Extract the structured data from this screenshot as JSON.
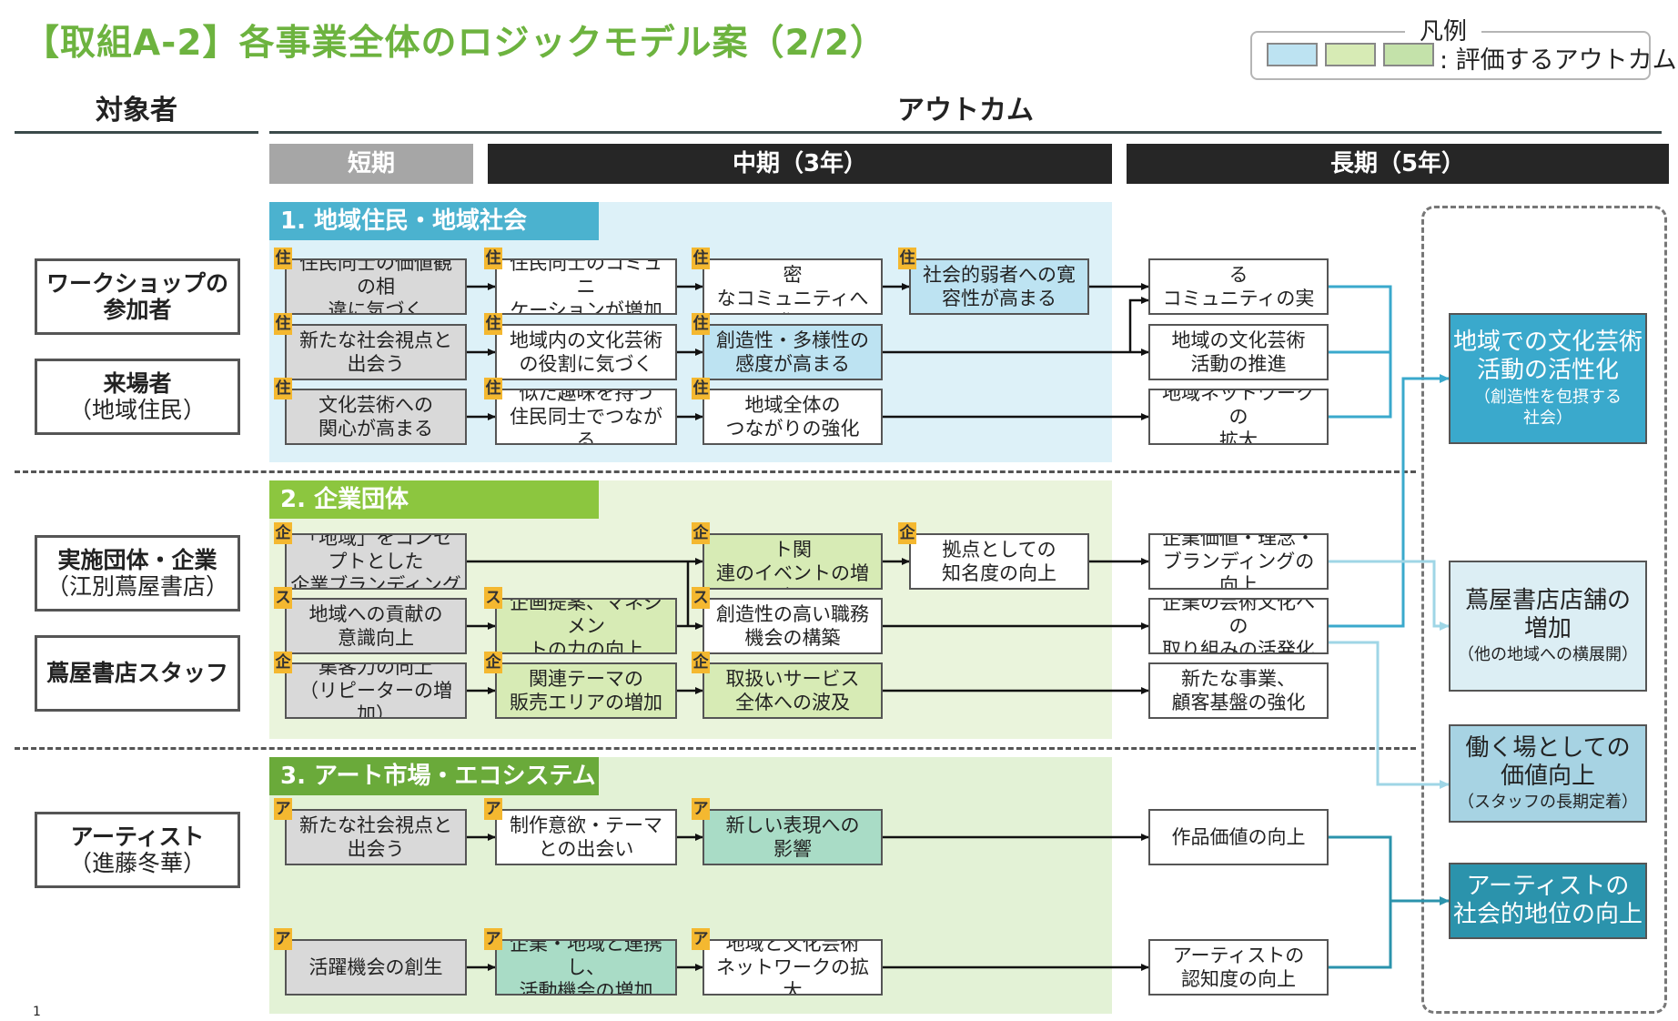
{
  "title": "【取組A-2】各事業全体のロジックモデル案（2/2）",
  "legend": {
    "title": "凡例",
    "text": ": 評価するアウトカム",
    "swatches": [
      "#bde3f2",
      "#d7ebb5",
      "#c4e2aa"
    ]
  },
  "headers": {
    "targets": "対象者",
    "outcomes": "アウトカム"
  },
  "periods": {
    "short": "短期",
    "mid": "中期（3年）",
    "long": "長期（5年）"
  },
  "sections": {
    "s1": "1. 地域住民・地域社会",
    "s2": "2. 企業団体",
    "s3": "3. アート市場・エコシステム"
  },
  "targets": [
    {
      "line1": "ワークショップの",
      "line2": "参加者"
    },
    {
      "line1": "来場者",
      "line2": "（地域住民）"
    },
    {
      "line1": "実施団体・企業",
      "line2": "（江別蔦屋書店）"
    },
    {
      "line1": "蔦屋書店スタッフ",
      "line2": ""
    },
    {
      "line1": "アーティスト",
      "line2": "（進藤冬華）"
    }
  ],
  "nodes": {
    "r1c1": {
      "tag": "住",
      "line1": "住民同士の価値観の相",
      "line2": "違に気づく"
    },
    "r1c2": {
      "tag": "住",
      "line1": "住民同士のコミュニ",
      "line2": "ケーションが増加"
    },
    "r1c3": {
      "tag": "住",
      "line1": "地域に関心のある密",
      "line2": "なコミュニティへ発展"
    },
    "r1c4": {
      "tag": "住",
      "line1": "社会的弱者への寛",
      "line2": "容性が高まる"
    },
    "r1c5": {
      "line1": "多様性を受け入れる",
      "line2": "コミュニティの実現"
    },
    "r2c1": {
      "tag": "住",
      "line1": "新たな社会視点と",
      "line2": "出会う"
    },
    "r2c2": {
      "tag": "住",
      "line1": "地域内の文化芸術",
      "line2": "の役割に気づく"
    },
    "r2c3": {
      "tag": "住",
      "line1": "創造性・多様性の",
      "line2": "感度が高まる"
    },
    "r2c5": {
      "line1": "地域の文化芸術",
      "line2": "活動の推進"
    },
    "r3c1": {
      "tag": "住",
      "line1": "文化芸術への",
      "line2": "関心が高まる"
    },
    "r3c2": {
      "tag": "住",
      "line1": "似た趣味を持つ",
      "line2": "住民同士でつながる"
    },
    "r3c3": {
      "tag": "住",
      "line1": "地域全体の",
      "line2": "つながりの強化"
    },
    "r3c5": {
      "line1": "地域ネットワークの",
      "line2": "拡大"
    },
    "r4c1": {
      "tag": "企",
      "line1": "「地域」をコンセプトとした",
      "line2": "企業ブランディング"
    },
    "r4c3": {
      "tag": "企",
      "line1": "「地域」コンセプト関",
      "line2": "連のイベントの増加"
    },
    "r4c4": {
      "tag": "企",
      "line1": "拠点としての",
      "line2": "知名度の向上"
    },
    "r4c5": {
      "line1": "企業価値・理念・",
      "line2": "ブランディングの向上"
    },
    "r5c1": {
      "tag": "ス",
      "line1": "地域への貢献の",
      "line2": "意識向上"
    },
    "r5c2": {
      "tag": "ス",
      "line1": "企画提案、マネジメン",
      "line2": "トの力の向上"
    },
    "r5c3": {
      "tag": "ス",
      "line1": "創造性の高い職務",
      "line2": "機会の構築"
    },
    "r5c5": {
      "line1": "企業の芸術文化への",
      "line2": "取り組みの活発化"
    },
    "r6c1": {
      "tag": "企",
      "line1": "集客力の向上",
      "line2": "（リピーターの増加）"
    },
    "r6c2": {
      "tag": "企",
      "line1": "関連テーマの",
      "line2": "販売エリアの増加"
    },
    "r6c3": {
      "tag": "企",
      "line1": "取扱いサービス",
      "line2": "全体への波及"
    },
    "r6c5": {
      "line1": "新たな事業、",
      "line2": "顧客基盤の強化"
    },
    "r7c1": {
      "tag": "ア",
      "line1": "新たな社会視点と",
      "line2": "出会う"
    },
    "r7c2": {
      "tag": "ア",
      "line1": "制作意欲・テーマ",
      "line2": "との出会い"
    },
    "r7c3": {
      "tag": "ア",
      "line1": "新しい表現への",
      "line2": "影響"
    },
    "r7c5": {
      "line1": "作品価値の向上",
      "line2": ""
    },
    "r8c1": {
      "tag": "ア",
      "line1": "活躍機会の創生",
      "line2": ""
    },
    "r8c2": {
      "tag": "ア",
      "line1": "企業・地域と連携し、",
      "line2": "活動機会の増加"
    },
    "r8c3": {
      "tag": "ア",
      "line1": "地域と文化芸術",
      "line2": "ネットワークの拡大"
    },
    "r8c5": {
      "line1": "アーティストの",
      "line2": "認知度の向上"
    }
  },
  "final_outcomes": [
    {
      "line1": "地域での文化芸術",
      "line2": "活動の活性化",
      "sub1": "（創造性を包摂する",
      "sub2": "社会）"
    },
    {
      "line1": "蔦屋書店店舗の",
      "line2": "増加",
      "sub1": "（他の地域への横展開）",
      "sub2": ""
    },
    {
      "line1": "働く場としての",
      "line2": "価値向上",
      "sub1": "（スタッフの長期定着）",
      "sub2": ""
    },
    {
      "line1": "アーティストの",
      "line2": "社会的地位の向上",
      "sub1": "",
      "sub2": ""
    }
  ],
  "footnote": "1",
  "colors": {
    "title_green": "#6db33f",
    "section1": "#4bb2cf",
    "section2": "#8cc63f",
    "section3": "#6aaa3a",
    "section1_bg": "#ddf1f8",
    "section2_bg": "#eaf4dc",
    "section3_bg": "#e3f2d6",
    "outcome1": "#3aa9cc",
    "outcome_light": "#dceef4",
    "outcome3": "#a7d3e3",
    "outcome4": "#2b93ac",
    "short_period": "#a6a6a6",
    "dark_period": "#262626"
  }
}
